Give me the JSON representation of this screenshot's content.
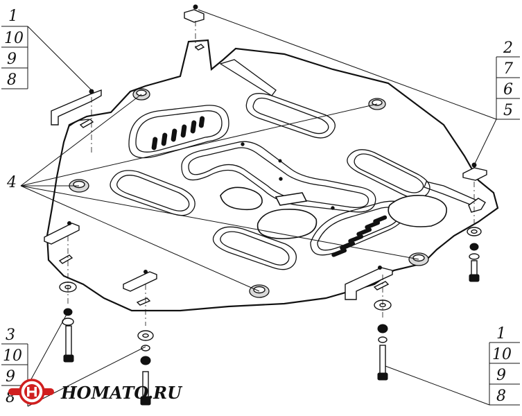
{
  "callouts": {
    "top_left": [
      "1",
      "10",
      "9",
      "8"
    ],
    "top_right": [
      "2",
      "7",
      "6",
      "5"
    ],
    "mid_left": [
      "4"
    ],
    "bottom_left": [
      "3",
      "10",
      "9",
      "8"
    ],
    "bottom_right": [
      "1",
      "10",
      "9",
      "8"
    ]
  },
  "logo": {
    "text": "HOMATO.RU"
  },
  "colors": {
    "ink": "#111111",
    "paper": "#ffffff",
    "logo_red": "#d01f1f"
  }
}
